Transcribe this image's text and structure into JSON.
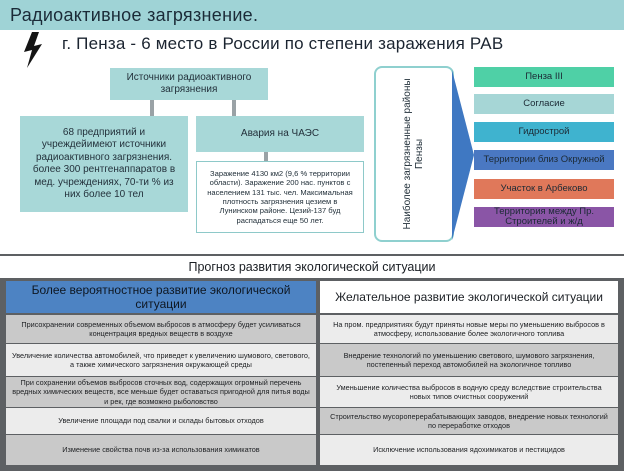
{
  "header": {
    "title": "Радиоактивное загрязнение."
  },
  "subtitle": "г. Пенза - 6 место в России по степени заражения РАВ",
  "sources": {
    "title": "Источники радиоактивного загрязнения",
    "enterprises": "68 предприятий и учреждейимеют источники радиоактивного загрязнения. более 300 рентгенаппаратов в мед. учреждениях, 70-ти % из них более 10 тел",
    "chernobyl": "Авария на ЧАЭС",
    "chernobyl_details": "Заражение 4130 км2 (9,6 % территории области). Заражение 200 нас. пунктов с населением 131 тыс. чел. Максимальная плотность загрязнения цезием в Лунинском районе. Цезий-137 буд распадаться еще 50 лет."
  },
  "districts": {
    "title": "Наиболее загрязненные районы Пензы",
    "items": [
      {
        "label": "Пенза III",
        "color": "#4fd0a6"
      },
      {
        "label": "Согласие",
        "color": "#a6d6d6"
      },
      {
        "label": "Гидрострой",
        "color": "#3fb3cf"
      },
      {
        "label": "Территории близ Окружной",
        "color": "#4a78c2"
      },
      {
        "label": "Участок в Арбеково",
        "color": "#e0785a"
      },
      {
        "label": "Территория между Пр. Строителей и ж/д",
        "color": "#8a55a6"
      }
    ]
  },
  "forecast": {
    "title": "Прогноз развития экологической ситуации",
    "likely": {
      "heading": "Более вероятностное развитие экологической ситуации",
      "items": [
        "Присохранении современных объемом выбросов в атмосферу будет усиливаться концентрация вредных веществ в воздухе",
        "Увеличение количества автомобилей, что приведет к увеличению шумового, светового, а также химического загрязнения окружающей среды",
        "При сохранении объемов выбросов сточных вод, содержащих огромный перечень вредных химических веществ, все меньше будет оставаться пригодной для питья воды и рек, где возможно рыболовство",
        "Увеличение площади под свалки и склады бытовых отходов",
        "Изменение свойства почв из-за использования химикатов"
      ]
    },
    "desired": {
      "heading": "Желательное развитие экологической ситуации",
      "items": [
        "На пром. предприятиях будут приняты новые меры по уменьшению выбросов в атмосферу, использование более экологичного топлива",
        "Внедрение технологий по уменьшению светового, шумового загрязнения, постепенный переход автомобилей на экологичное топливо",
        "Уменьшение количества выбросов в водную среду вследствие строительства новых типов очистных сооружений",
        "Строительство мусороперерабатывающих заводов, внедрение новых технологий по переработке отходов",
        "Исключение использования ядохимикатов и пестицидов"
      ]
    }
  },
  "colors": {
    "header_bg": "#9fd3d6",
    "box_fill": "#a8d8d8",
    "likely_header": "#4d83c3",
    "table_dark": "#c9c9c9",
    "table_light": "#ececec"
  }
}
